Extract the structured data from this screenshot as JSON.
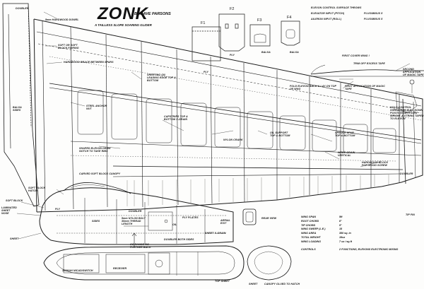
{
  "title": "ZONK",
  "byline": "By DAVE PARSONS",
  "subtitle": "A TAILLESS SLOPE SOARING GLIDER",
  "former_labels": [
    "F1",
    "F2",
    "F3",
    "F4"
  ],
  "former_notes": {
    "f1": "PLY",
    "f2": "PLY",
    "f3": "BALSA",
    "f4": "BALSA"
  },
  "throws": {
    "heading": "ELEVON CONTROL SURFACE THROWS",
    "rows": [
      {
        "label": "ELEVATOR INPUT (PITCH)",
        "value": "PLUS/MINUS 5"
      },
      {
        "label": "AILERON INPUT (ROLL)",
        "value": "PLUS/MINUS 5"
      }
    ]
  },
  "hinge": {
    "first_cover": "FIRST COVER WING !",
    "trim_off": "TRIM OFF EXCESS TAPE",
    "second_app": "SECOND APPLICATION OF MAGIC TAPE",
    "fold": "FOLD ELEVON BACK & LAY ON TOP OF WNG",
    "first_app": "FIRST APPLICATION OF MAGIC TAPE",
    "hold": "HOLD CONTROL SURFACE IN FULL DOWN POSITION WITH LOW WEIGHT & STRING TAPED TO ELEVON"
  },
  "wing_notes": {
    "doubler_top": "DOUBLER",
    "dowel": "5mm HARDWOOD DOWEL",
    "soft_block": "SOFT OR SOFT BLOCK FAIRING",
    "hw_brace": "HARDWOOD BRACE BETWEEN SPARS",
    "sheeting": "SHEETING ON LEADING EDGE TOP & BOTTOM",
    "steel": "STEEL ANCHOR NUT",
    "capstrips": "CAPSTRIPS TOP & BOTTOM X-GRAIN",
    "shaped": "SHAPED ELEVON DRAW NOTCH TO TAKE RIBS",
    "nylon": "NYLON CRANK",
    "support": "OIL SUPPORT TOP & BOTTOM",
    "spruce": "SPRUCE SPAR TOP & BOTTOM",
    "webs": "WEBS GRAIN VERTICAL",
    "hw_block": "HARDWOOD BLOCK FOR WOOD SCREW",
    "doubler_right": "DOUBLER",
    "tip_fin": "TIP FIN",
    "balsa_sides": "BALSA SIDES"
  },
  "fuselage_notes": {
    "canopy": "CARVED SOFT BLOCK CANOPY",
    "soft_block_hatch": "SOFT BLOCK HATCH",
    "soft_block": "SOFT BLOCK",
    "laminated": "LAMINATED SHEET NOSE",
    "ply_nose": "PLY",
    "sides": "SIDES",
    "doubler": "DOUBLER",
    "nylon_bolt": "5mm NYLON BOLT 30mm THREAD LENGTH",
    "ply_plates": "PLY PLATES",
    "oil": "OIL",
    "aerial": "AERIAL EXIT",
    "sheet_grain": "SHEET X-GRAIN",
    "sheet": "SHEET",
    "cg": "CG RANGE NO FURTHER BACK",
    "doubler_both": "DOUBLER BOTH SIDES",
    "nimh": "150MAH NICAD/SWITCH",
    "receiver": "RECEIVER",
    "top_sheet": "TOP SHEET",
    "rear_view": "REAR VIEW",
    "canopy_glued": "CANOPY GLUED TO HATCH",
    "sheet_bottom": "SHEET"
  },
  "specs": {
    "rows": [
      {
        "label": "WING SPAN",
        "value": "5ft"
      },
      {
        "label": "ROOT CHORD",
        "value": "8\""
      },
      {
        "label": "TIP CHORD",
        "value": "5\""
      },
      {
        "label": "WING SWEEP (L.E.)",
        "value": "15"
      },
      {
        "label": "WING AREA",
        "value": "350 sq. in"
      },
      {
        "label": "TOTAL WEIGHT",
        "value": "19oz"
      },
      {
        "label": "WING LOADING",
        "value": "7 oz / sq.ft"
      }
    ],
    "controls_label": "CONTROLS",
    "controls_value": "2 FUNCTIONS, ELEVONS ELECTRONIC MIXING"
  }
}
